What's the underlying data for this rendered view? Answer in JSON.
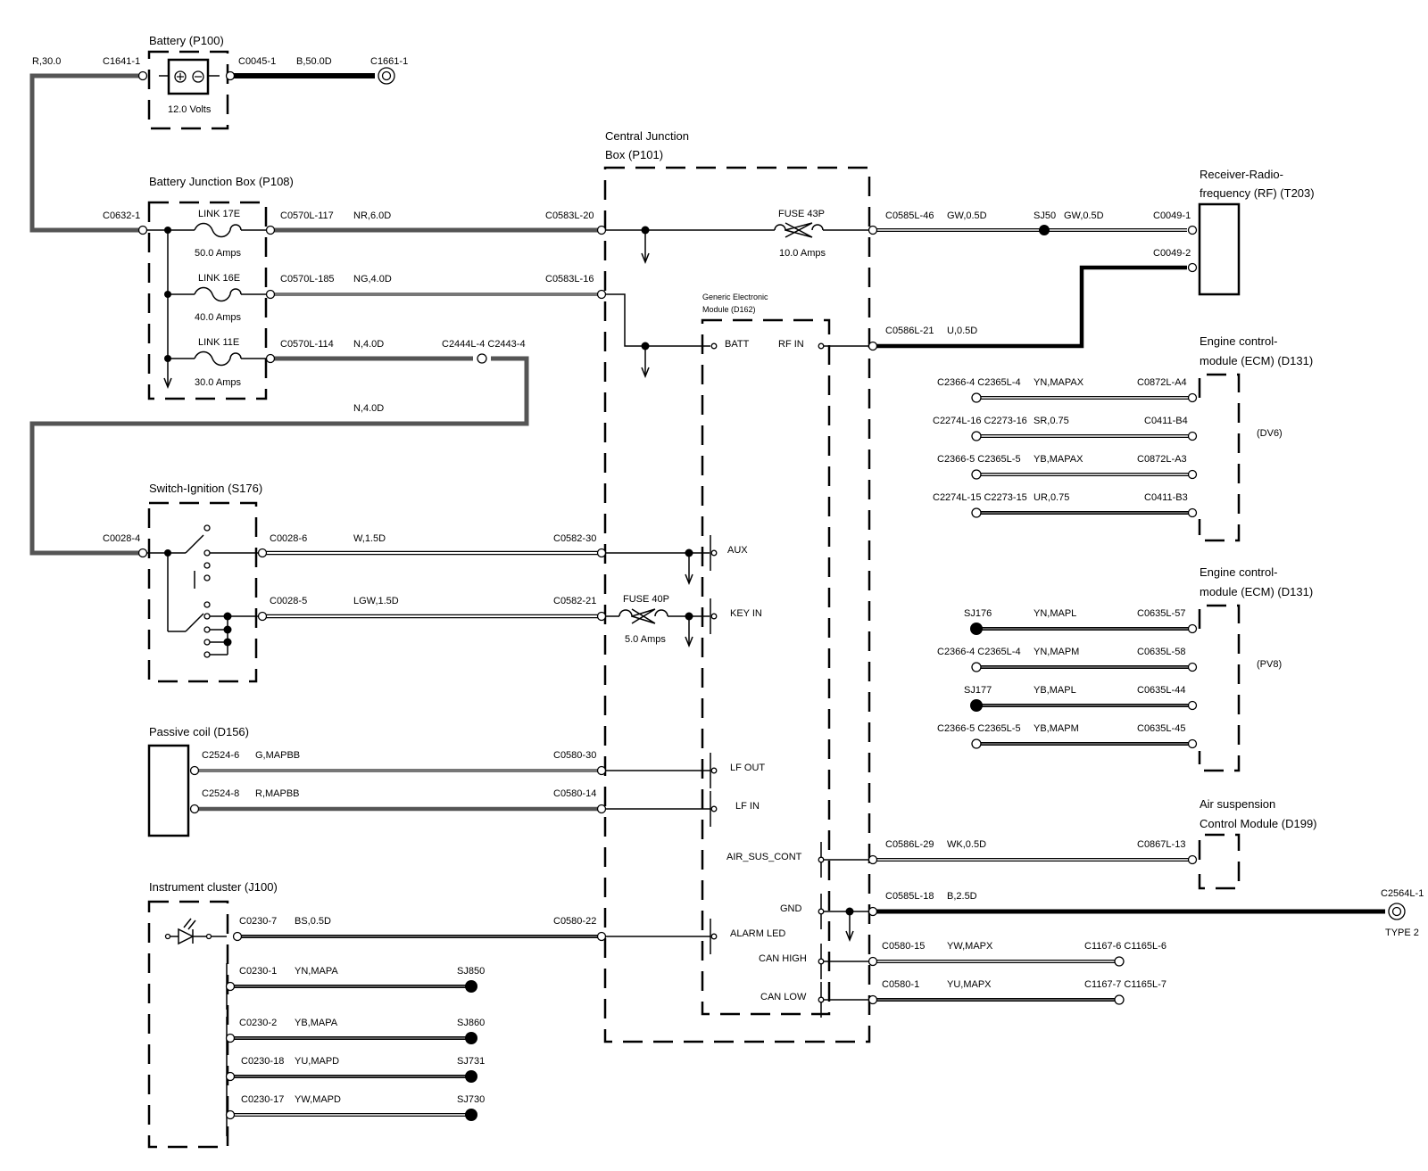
{
  "colors": {
    "ink": "#000000",
    "wire_dark": "#555555",
    "wire_mid": "#777777",
    "wire_core": "#ffffff",
    "background": "#ffffff"
  },
  "components": {
    "battery": {
      "title": "Battery (P100)",
      "rating": "12.0 Volts"
    },
    "bjb": {
      "title": "Battery Junction Box (P108)"
    },
    "cjb": {
      "title_line1": "Central Junction",
      "title_line2": "Box (P101)"
    },
    "gem": {
      "title_line1": "Generic Electronic",
      "title_line2": "Module (D162)"
    },
    "receiver": {
      "title_line1": "Receiver-Radio-",
      "title_line2": "frequency (RF) (T203)"
    },
    "ecm_dv6": {
      "title_line1": "Engine control-",
      "title_line2": "module (ECM) (D131)",
      "variant": "(DV6)"
    },
    "ecm_pv8": {
      "title_line1": "Engine control-",
      "title_line2": "module (ECM) (D131)",
      "variant": "(PV8)"
    },
    "ignition": {
      "title": "Switch-Ignition (S176)"
    },
    "passive_coil": {
      "title": "Passive coil (D156)"
    },
    "air_susp": {
      "title_line1": "Air suspension",
      "title_line2": "Control Module (D199)"
    },
    "cluster": {
      "title": "Instrument cluster (J100)"
    },
    "ground": {
      "connector": "C2564L-1",
      "type": "TYPE 2"
    }
  },
  "fuses": {
    "link17e": {
      "name": "LINK 17E",
      "rating": "50.0 Amps"
    },
    "link16e": {
      "name": "LINK 16E",
      "rating": "40.0 Amps"
    },
    "link11e": {
      "name": "LINK 11E",
      "rating": "30.0 Amps"
    },
    "fuse43p": {
      "name": "FUSE 43P",
      "rating": "10.0 Amps"
    },
    "fuse40p": {
      "name": "FUSE 40P",
      "rating": "5.0 Amps"
    }
  },
  "gem_pins": {
    "batt": "BATT",
    "rf_in": "RF IN",
    "aux": "AUX",
    "key_in": "KEY IN",
    "lf_out": "LF OUT",
    "lf_in": "LF IN",
    "air_sus_cont": "AIR_SUS_CONT",
    "gnd": "GND",
    "alarm_led": "ALARM LED",
    "can_high": "CAN HIGH",
    "can_low": "CAN LOW"
  },
  "labels": {
    "w_r30": "R,30.0",
    "c1641": "C1641-1",
    "c0045": "C0045-1",
    "w_b50": "B,50.0D",
    "c1661": "C1661-1",
    "c0632": "C0632-1",
    "c0570_117": "C0570L-117",
    "w_nr6": "NR,6.0D",
    "c0583_20": "C0583L-20",
    "c0570_185": "C0570L-185",
    "w_ng4": "NG,4.0D",
    "c0583_16": "C0583L-16",
    "c0570_114": "C0570L-114",
    "w_n4a": "N,4.0D",
    "c2444": "C2444L-4 C2443-4",
    "w_n4b": "N,4.0D",
    "c0585_46": "C0585L-46",
    "w_gw05a": "GW,0.5D",
    "sj50": "SJ50",
    "w_gw05b": "GW,0.5D",
    "c0049_1": "C0049-1",
    "c0049_2": "C0049-2",
    "c0586_21": "C0586L-21",
    "w_u05": "U,0.5D",
    "ecm1_r1_a": "C2366-4 C2365L-4",
    "ecm1_r1_w": "YN,MAPAX",
    "ecm1_r1_b": "C0872L-A4",
    "ecm1_r2_a": "C2274L-16 C2273-16",
    "ecm1_r2_w": "SR,0.75",
    "ecm1_r2_b": "C0411-B4",
    "ecm1_r3_a": "C2366-5 C2365L-5",
    "ecm1_r3_w": "YB,MAPAX",
    "ecm1_r3_b": "C0872L-A3",
    "ecm1_r4_a": "C2274L-15 C2273-15",
    "ecm1_r4_w": "UR,0.75",
    "ecm1_r4_b": "C0411-B3",
    "ecm2_r1_a": "SJ176",
    "ecm2_r1_w": "YN,MAPL",
    "ecm2_r1_b": "C0635L-57",
    "ecm2_r2_a": "C2366-4 C2365L-4",
    "ecm2_r2_w": "YN,MAPM",
    "ecm2_r2_b": "C0635L-58",
    "ecm2_r3_a": "SJ177",
    "ecm2_r3_w": "YB,MAPL",
    "ecm2_r3_b": "C0635L-44",
    "ecm2_r4_a": "C2366-5 C2365L-5",
    "ecm2_r4_w": "YB,MAPM",
    "ecm2_r4_b": "C0635L-45",
    "c0028_4": "C0028-4",
    "c0028_6": "C0028-6",
    "w_w15": "W,1.5D",
    "c0582_30": "C0582-30",
    "c0028_5": "C0028-5",
    "w_lgw15": "LGW,1.5D",
    "c0582_21": "C0582-21",
    "c2524_6": "C2524-6",
    "w_gmapbb": "G,MAPBB",
    "c0580_30": "C0580-30",
    "c2524_8": "C2524-8",
    "w_rmapbb": "R,MAPBB",
    "c0580_14": "C0580-14",
    "c0586_29": "C0586L-29",
    "w_wk05": "WK,0.5D",
    "c0867_13": "C0867L-13",
    "c0585_18": "C0585L-18",
    "w_b25": "B,2.5D",
    "c0230_7": "C0230-7",
    "w_bs05": "BS,0.5D",
    "c0580_22": "C0580-22",
    "c0580_15": "C0580-15",
    "w_ywmapx": "YW,MAPX",
    "c1167_6": "C1167-6 C1165L-6",
    "c0580_1": "C0580-1",
    "w_yumapx": "YU,MAPX",
    "c1167_7": "C1167-7 C1165L-7",
    "c0230_1": "C0230-1",
    "w_ynmapa": "YN,MAPA",
    "sj850": "SJ850",
    "c0230_2": "C0230-2",
    "w_ybmapa": "YB,MAPA",
    "sj860": "SJ860",
    "c0230_18": "C0230-18",
    "w_yumapd": "YU,MAPD",
    "sj731": "SJ731",
    "c0230_17": "C0230-17",
    "w_ywmapd": "YW,MAPD",
    "sj730": "SJ730"
  }
}
